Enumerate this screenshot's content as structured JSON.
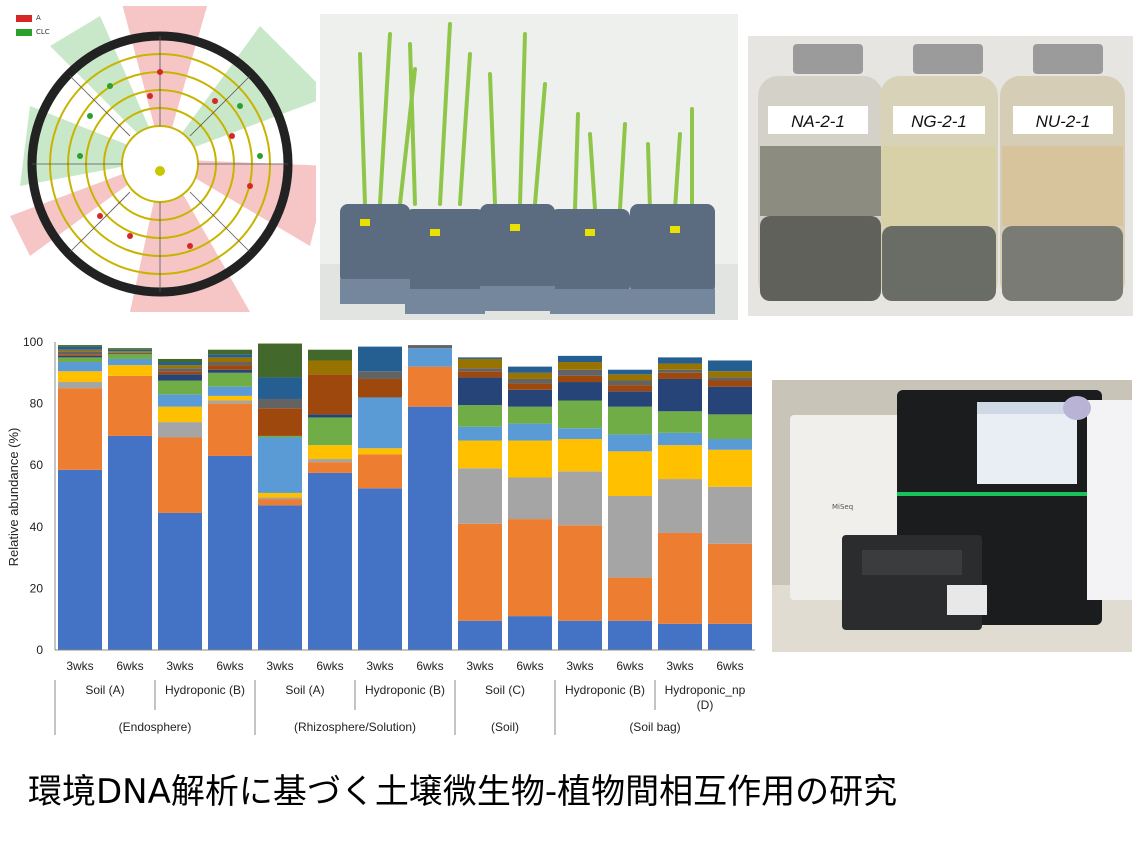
{
  "title": "環境DNA解析に基づく土壌微生物-植物間相互作用の研究",
  "legend": {
    "entries": [
      {
        "label": "A",
        "color": "#d62728"
      },
      {
        "label": "CLC",
        "color": "#2ca02c"
      }
    ]
  },
  "photos": {
    "lefse": "lefse-cladogram",
    "plants": "plants-in-pots",
    "bottles": "sediment-bottles",
    "sequencer": "dna-sequencer"
  },
  "bottle_labels": [
    "NA-2-1",
    "NG-2-1",
    "NU-2-1"
  ],
  "sequencer_brand": "MiSeq",
  "chart_data": {
    "type": "bar",
    "stacked": true,
    "ylabel": "Relative abundance (%)",
    "xlabel": "",
    "ylim": [
      0,
      100
    ],
    "yticks": [
      0,
      20,
      40,
      60,
      80,
      100
    ],
    "grid": false,
    "categories": [
      "3wks",
      "6wks",
      "3wks",
      "6wks",
      "3wks",
      "6wks",
      "3wks",
      "6wks",
      "3wks",
      "6wks",
      "3wks",
      "6wks",
      "3wks",
      "6wks"
    ],
    "groups_level1": [
      {
        "label": "Soil (A)",
        "span": [
          0,
          1
        ]
      },
      {
        "label": "Hydroponic (B)",
        "span": [
          2,
          3
        ]
      },
      {
        "label": "Soil (A)",
        "span": [
          4,
          5
        ]
      },
      {
        "label": "Hydroponic (B)",
        "span": [
          6,
          7
        ]
      },
      {
        "label": "Soil (C)",
        "span": [
          8,
          9
        ]
      },
      {
        "label": "Hydroponic (B)",
        "span": [
          10,
          11
        ]
      },
      {
        "label": "Hydroponic_np",
        "label2": "(D)",
        "span": [
          12,
          13
        ]
      }
    ],
    "groups_level2": [
      {
        "label": "(Endosphere)",
        "span": [
          0,
          3
        ]
      },
      {
        "label": "(Rhizosphere/Solution)",
        "span": [
          4,
          7
        ]
      },
      {
        "label": "(Soil)",
        "span": [
          8,
          9
        ]
      },
      {
        "label": "(Soil bag)",
        "span": [
          10,
          13
        ]
      }
    ],
    "series": [
      {
        "color": "#4472c4",
        "values": [
          58.5,
          69.5,
          44.5,
          63,
          47,
          57.5,
          52.5,
          79,
          9.5,
          11,
          9.5,
          9.5,
          8.5,
          8.5
        ]
      },
      {
        "color": "#ed7d31",
        "values": [
          26.5,
          19.5,
          24.5,
          17,
          2,
          3.5,
          11,
          13,
          31.5,
          31.5,
          31,
          14,
          29.5,
          26
        ]
      },
      {
        "color": "#a5a5a5",
        "values": [
          2,
          0,
          5,
          1,
          0.5,
          1,
          0,
          0,
          18,
          13.5,
          17.5,
          26.5,
          17.5,
          18.5
        ]
      },
      {
        "color": "#ffc000",
        "values": [
          3.5,
          3.5,
          5,
          1.5,
          1.5,
          4.5,
          2,
          0,
          9,
          12,
          10.5,
          14.5,
          11,
          12
        ]
      },
      {
        "color": "#5b9bd5",
        "values": [
          3,
          2,
          4,
          3,
          18,
          0,
          16.5,
          6,
          4.5,
          5.5,
          3.5,
          5.5,
          4,
          3.5
        ]
      },
      {
        "color": "#70ad47",
        "values": [
          1.5,
          1.5,
          4.5,
          4.5,
          0.5,
          9,
          0,
          0,
          7,
          5.5,
          9,
          9,
          7,
          8
        ]
      },
      {
        "color": "#264478",
        "values": [
          0.5,
          0,
          2,
          1,
          0,
          1,
          0,
          0,
          9,
          5.5,
          6,
          5,
          10.5,
          9
        ]
      },
      {
        "color": "#9e480e",
        "values": [
          0.5,
          0,
          1,
          1.5,
          9,
          13,
          6,
          0,
          2,
          2,
          2,
          2,
          2,
          2
        ]
      },
      {
        "color": "#636363",
        "values": [
          1,
          0.5,
          1,
          1,
          3,
          0,
          2.5,
          1,
          1,
          1.5,
          2,
          1.5,
          1,
          1
        ]
      },
      {
        "color": "#997300",
        "values": [
          0.5,
          0.5,
          1,
          1.5,
          0,
          4.5,
          0,
          0,
          3,
          2,
          2.5,
          2,
          2,
          2
        ]
      },
      {
        "color": "#255e91",
        "values": [
          1,
          0.5,
          1,
          1,
          7,
          0,
          8,
          0,
          0.5,
          2,
          2,
          1.5,
          2,
          3.5
        ]
      },
      {
        "color": "#43682b",
        "values": [
          0.5,
          0.5,
          1,
          1.5,
          11,
          3.5,
          0,
          0,
          0,
          0,
          0,
          0,
          0,
          0
        ]
      }
    ]
  }
}
